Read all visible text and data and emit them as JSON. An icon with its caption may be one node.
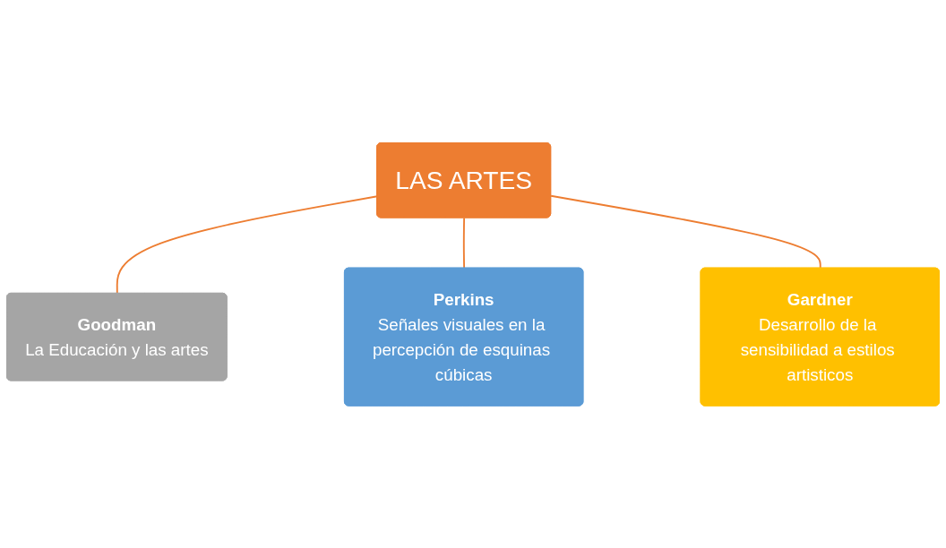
{
  "diagram": {
    "nodes": [
      {
        "text": [
          "Goodman",
          "La Educación y las artes"
        ]
      },
      {
        "text": [
          "LAS ARTES"
        ]
      },
      {
        "text": [
          "Perkins",
          "Señales visuales en la percepción de esquinas cúbicas"
        ]
      },
      {
        "text": [
          "Gardner",
          "Desarrollo de la sensibilidad a estilos artisticos"
        ]
      }
    ],
    "edges": [
      {
        "from": 1,
        "to": 0,
        "arrow": "none"
      },
      {
        "from": 1,
        "to": 2,
        "arrow": "none"
      },
      {
        "from": 1,
        "to": 3,
        "arrow": "none"
      }
    ]
  }
}
